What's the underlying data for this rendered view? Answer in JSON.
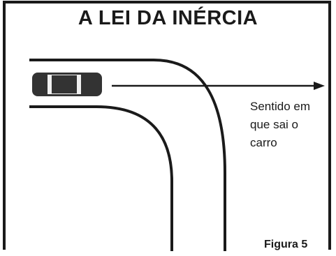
{
  "title": "A LEI DA INÉRCIA",
  "caption": {
    "line1": "Sentido em",
    "line2": "que sai o",
    "line3": "carro"
  },
  "figure_label": "Figura 5",
  "colors": {
    "ink": "#1a1a1a",
    "car_body": "#333333",
    "car_window": "#f0f0f0",
    "background": "#ffffff"
  }
}
